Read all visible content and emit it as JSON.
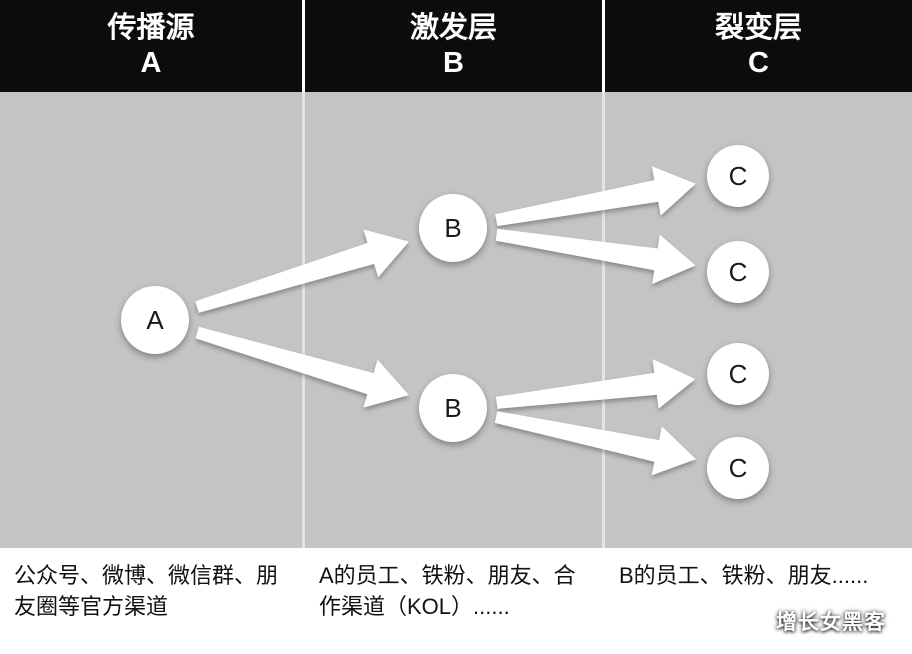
{
  "columns": [
    {
      "title": "传播源",
      "letter": "A",
      "description": "公众号、微博、微信群、朋友圈等官方渠道"
    },
    {
      "title": "激发层",
      "letter": "B",
      "description": "A的员工、铁粉、朋友、合作渠道（KOL）......"
    },
    {
      "title": "裂变层",
      "letter": "C",
      "description": "B的员工、铁粉、朋友......"
    }
  ],
  "nodes": [
    {
      "id": "A",
      "label": "A"
    },
    {
      "id": "B1",
      "label": "B"
    },
    {
      "id": "B2",
      "label": "B"
    },
    {
      "id": "C1",
      "label": "C"
    },
    {
      "id": "C2",
      "label": "C"
    },
    {
      "id": "C3",
      "label": "C"
    },
    {
      "id": "C4",
      "label": "C"
    }
  ],
  "edges": [
    {
      "from": "A",
      "to": "B1"
    },
    {
      "from": "A",
      "to": "B2"
    },
    {
      "from": "B1",
      "to": "C1"
    },
    {
      "from": "B1",
      "to": "C2"
    },
    {
      "from": "B2",
      "to": "C3"
    },
    {
      "from": "B2",
      "to": "C4"
    }
  ],
  "watermark": "增长女黑客",
  "colors": {
    "header_bg": "#0c0c0c",
    "body_bg": "#c4c4c4",
    "footer_bg": "#ffffff",
    "node_fill": "#ffffff",
    "arrow_fill": "#ffffff",
    "text": "#111111"
  }
}
